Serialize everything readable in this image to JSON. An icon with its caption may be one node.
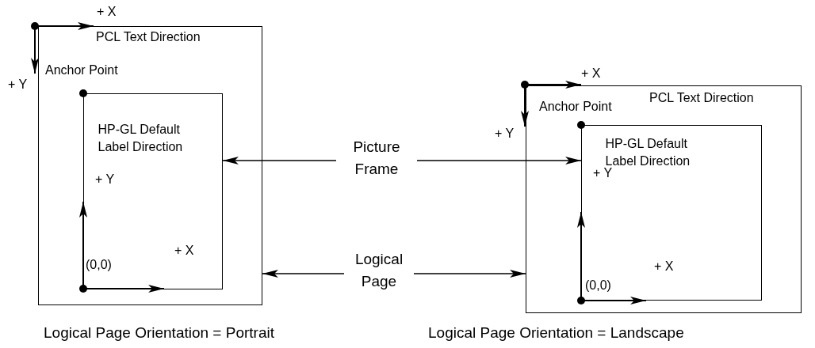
{
  "diagram": {
    "nodes": [
      {
        "text": [
          "PCL Text Direction"
        ]
      },
      {
        "text": [
          "HP-GL Default Label Direction"
        ],
        "in": 0
      },
      {
        "text": [
          "Picture Frame"
        ]
      },
      {
        "text": [
          "Logical Page"
        ]
      },
      {
        "text": [
          "PCL Text Direction"
        ]
      },
      {
        "text": [
          "HP-GL Default Label Direction"
        ],
        "in": 4
      }
    ],
    "edges": [
      {
        "from": 2,
        "to": 1,
        "arrow": "to"
      },
      {
        "from": 2,
        "to": 5,
        "arrow": "to"
      },
      {
        "from": 3,
        "to": 0,
        "arrow": "to"
      },
      {
        "from": 3,
        "to": 4,
        "arrow": "to"
      }
    ],
    "labels": [
      "+ X",
      "+ Y",
      "Anchor Point",
      "+ Y",
      "(0,0)",
      "+ X",
      "+ X",
      "+ Y",
      "Anchor Point",
      "+ Y",
      "(0,0)",
      "+ X",
      "Logical Page Orientation = Portrait",
      "Logical Page Orientation = Landscape"
    ]
  }
}
